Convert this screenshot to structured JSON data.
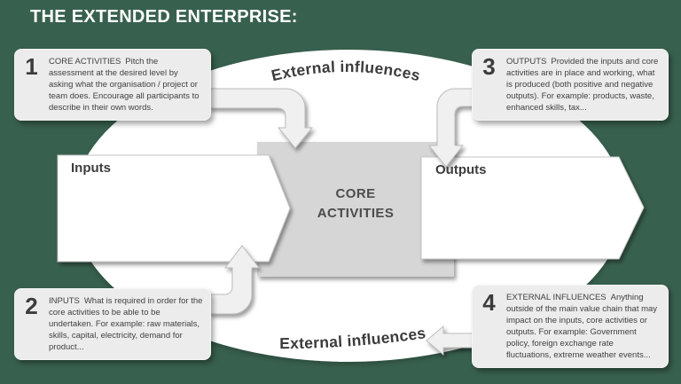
{
  "colors": {
    "background": "#38604E",
    "panel_fill": "#ECECEC",
    "diagram_gray": "#D6D6D6",
    "arrow_fill": "#F0F0F0",
    "text_dark": "#3F3F3F",
    "title_color": "#FFFFFF"
  },
  "header": {
    "title": "THE EXTENDED ENTERPRISE:"
  },
  "diagram": {
    "external_top": "External influences",
    "external_bottom": "External influences",
    "inputs_label": "Inputs",
    "outputs_label": "Outputs",
    "core_line1": "CORE",
    "core_line2": "ACTIVITIES"
  },
  "callouts": [
    {
      "number": "1",
      "keyword": "CORE ACTIVITIES",
      "text": "Pitch the assessment at the desired level by asking what the organisation / project or team does.  Encourage all participants to describe in their own words."
    },
    {
      "number": "2",
      "keyword": "INPUTS",
      "text": "What is required in order for the core activities to be able to be undertaken.  For example:  raw materials, skills, capital, electricity, demand for product..."
    },
    {
      "number": "3",
      "keyword": "OUTPUTS",
      "text": "Provided the inputs and core activities are in place and working, what is produced (both positive and negative outputs).  For example:  products, waste, enhanced skills, tax..."
    },
    {
      "number": "4",
      "keyword": "EXTERNAL INFLUENCES",
      "text": "Anything outside of the main value chain that may impact on the inputs, core activities or outputs.  For example:  Government policy, foreign exchange rate fluctuations, extreme weather events..."
    }
  ]
}
